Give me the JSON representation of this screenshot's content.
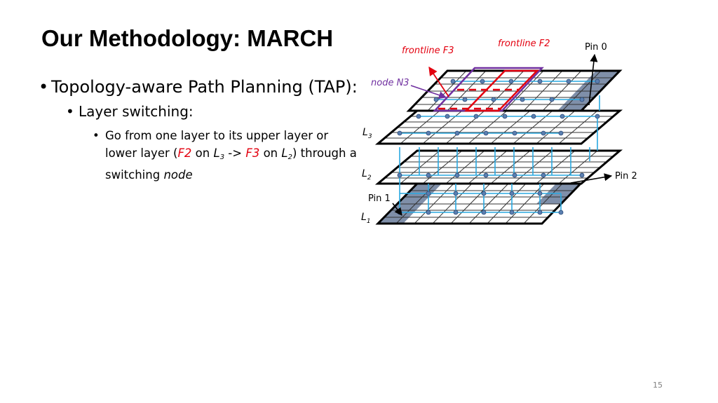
{
  "slide": {
    "title": "Our Methodology: MARCH",
    "page_number": "15"
  },
  "bullets": {
    "level1": "Topology-aware Path Planning (TAP):",
    "level2": "Layer switching:",
    "level3": {
      "line1": "Go from one layer to its upper layer or",
      "lower_layer_prefix": "lower layer (",
      "f2": "F2",
      "on1": " on ",
      "l3_letter": "L",
      "l3_sub": "3",
      "arrow": " -> ",
      "f3": "F3",
      "on2": " on ",
      "l2_letter": "L",
      "l2_sub": "2",
      "through": ") through a",
      "switching": "switching ",
      "node": "node"
    }
  },
  "diagram": {
    "labels": {
      "frontline_f3": "frontline F3",
      "frontline_f2": "frontline F2",
      "node_n3": "node N3",
      "pin0": "Pin 0",
      "pin1": "Pin 1",
      "pin2": "Pin 2",
      "l3": "L",
      "l3_sub": "3",
      "l2": "L",
      "l2_sub": "2",
      "l1": "L",
      "l1_sub": "1"
    },
    "colors": {
      "frontline": "#e3000f",
      "node_n3": "#7030a0",
      "routing": "#29a9e1",
      "node_fill": "#5b7fb0",
      "pin_fill": "#7f8fa9"
    }
  }
}
